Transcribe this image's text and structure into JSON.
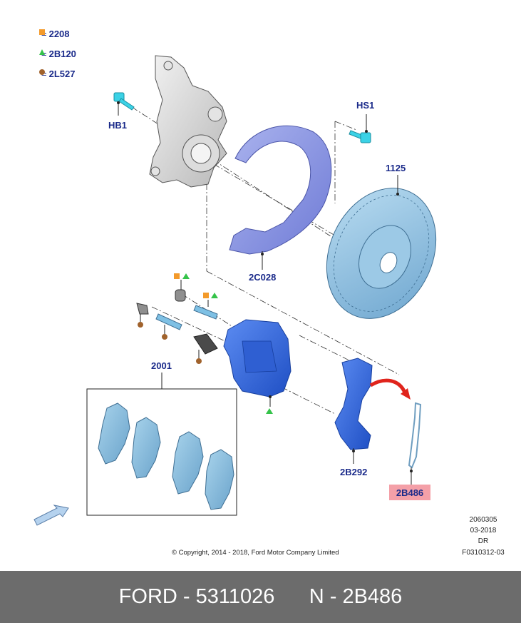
{
  "legend": [
    {
      "symbol": "square",
      "color": "#f39a2b",
      "label": "2208"
    },
    {
      "symbol": "triangle",
      "color": "#35c34a",
      "label": "2B120"
    },
    {
      "symbol": "circle",
      "color": "#a0622c",
      "label": "2L527"
    }
  ],
  "callouts": {
    "hb1": "HB1",
    "hs1": "HS1",
    "disc": "1125",
    "shield": "2C028",
    "pads": "2001",
    "bracket": "2B292",
    "spring": "2B486"
  },
  "meta": {
    "line1": "2060305",
    "line2": "03-2018",
    "line3": "DR",
    "line4": "F0310312-03"
  },
  "copyright": "© Copyright, 2014 - 2018, Ford Motor Company Limited",
  "footer": {
    "brand": "FORD",
    "part_number": "5311026",
    "ref_prefix": "N",
    "ref": "2B486"
  },
  "colors": {
    "label_blue": "#1a2a8a",
    "part_blue": "#3a6fe0",
    "pad_blue": "#8ec3e2",
    "highlight": "#f4a0a8",
    "footer_bg": "#6c6c6c"
  }
}
